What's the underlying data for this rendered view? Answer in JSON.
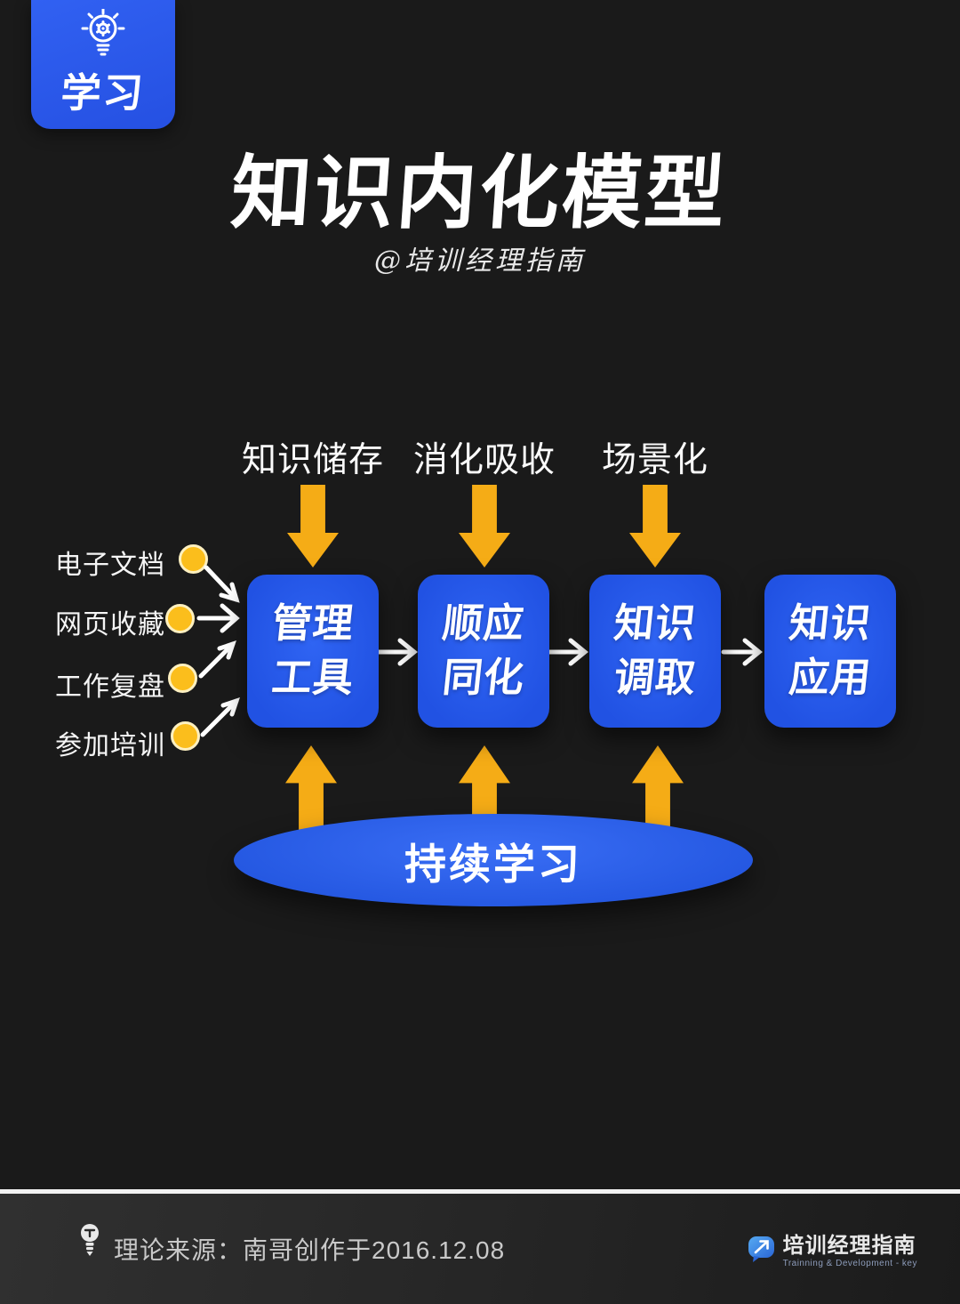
{
  "badge": {
    "label": "学习",
    "icon": "lightbulb-gear-icon",
    "bg_color": "#2b57e8"
  },
  "header": {
    "title": "知识内化模型",
    "subtitle": "@培训经理指南"
  },
  "diagram": {
    "top_labels": [
      {
        "label": "知识储存"
      },
      {
        "label": "消化吸收"
      },
      {
        "label": "场景化"
      }
    ],
    "sources": [
      {
        "label": "电子文档"
      },
      {
        "label": "网页收藏"
      },
      {
        "label": "工作复盘"
      },
      {
        "label": "参加培训"
      }
    ],
    "stages": [
      {
        "line1": "管理",
        "line2": "工具"
      },
      {
        "line1": "顺应",
        "line2": "同化"
      },
      {
        "line1": "知识",
        "line2": "调取"
      },
      {
        "line1": "知识",
        "line2": "应用"
      }
    ],
    "cycle_label": "持续学习",
    "colors": {
      "stage_blue": "#2456e8",
      "ellipse_blue": "#2a5fee",
      "arrow_yellow": "#f5ac16",
      "bullet_yellow": "#fbbe1c",
      "background": "#1a1a1a"
    }
  },
  "footer": {
    "source_text": "理论来源：南哥创作于2016.12.08",
    "logo": {
      "name": "培训经理指南",
      "tagline": "Trainning & Development - key",
      "icon": "speech-bubble-arrow-icon"
    }
  }
}
